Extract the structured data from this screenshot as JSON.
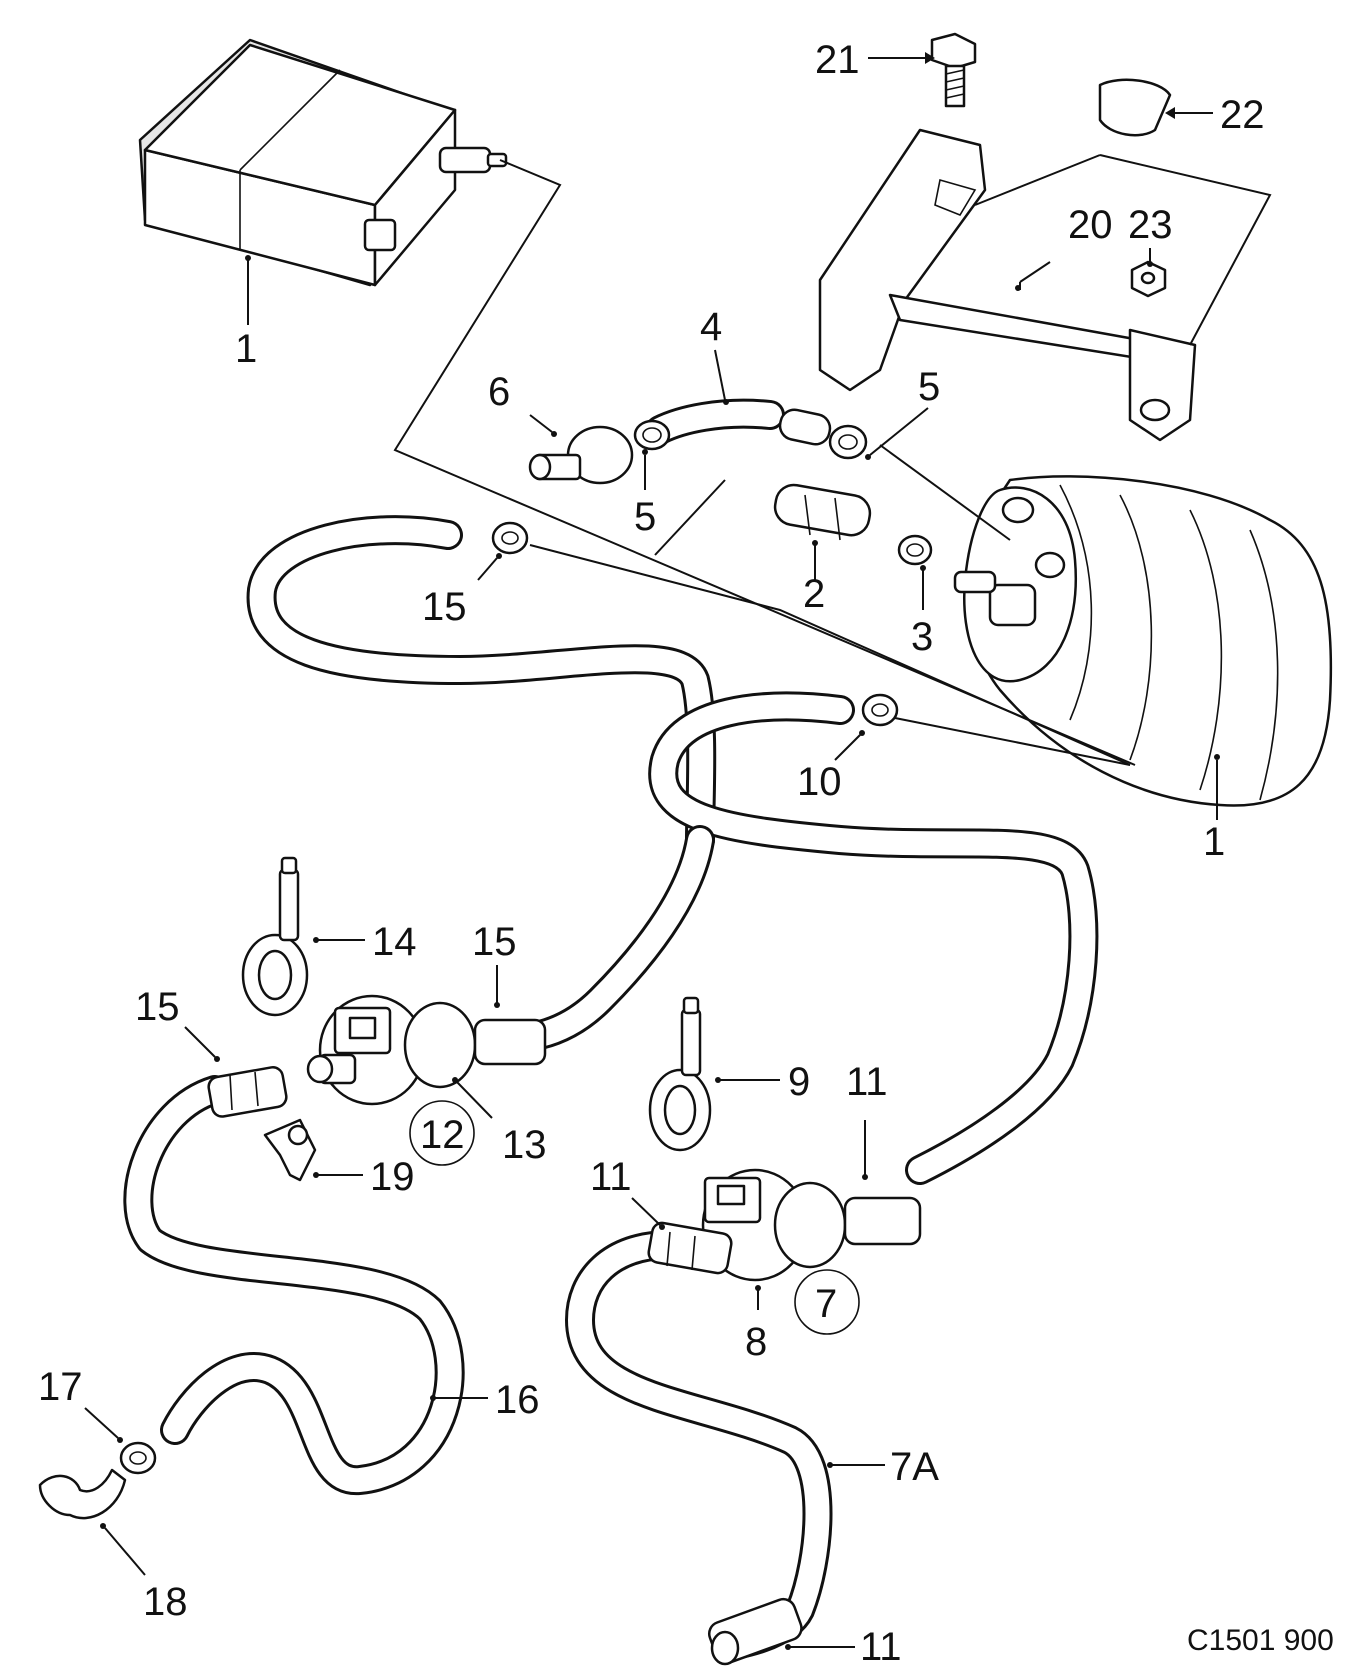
{
  "diagram_code": "C1501 900",
  "callouts": {
    "c1a": "1",
    "c1b": "1",
    "c2": "2",
    "c3": "3",
    "c4": "4",
    "c5a": "5",
    "c5b": "5",
    "c6": "6",
    "c7": "7",
    "c7a": "7A",
    "c8": "8",
    "c9": "9",
    "c10": "10",
    "c11a": "11",
    "c11b": "11",
    "c11c": "11",
    "c12": "12",
    "c13": "13",
    "c14": "14",
    "c15a": "15",
    "c15b": "15",
    "c15c": "15",
    "c16": "16",
    "c17": "17",
    "c18": "18",
    "c19": "19",
    "c20": "20",
    "c21": "21",
    "c22": "22",
    "c23": "23"
  }
}
